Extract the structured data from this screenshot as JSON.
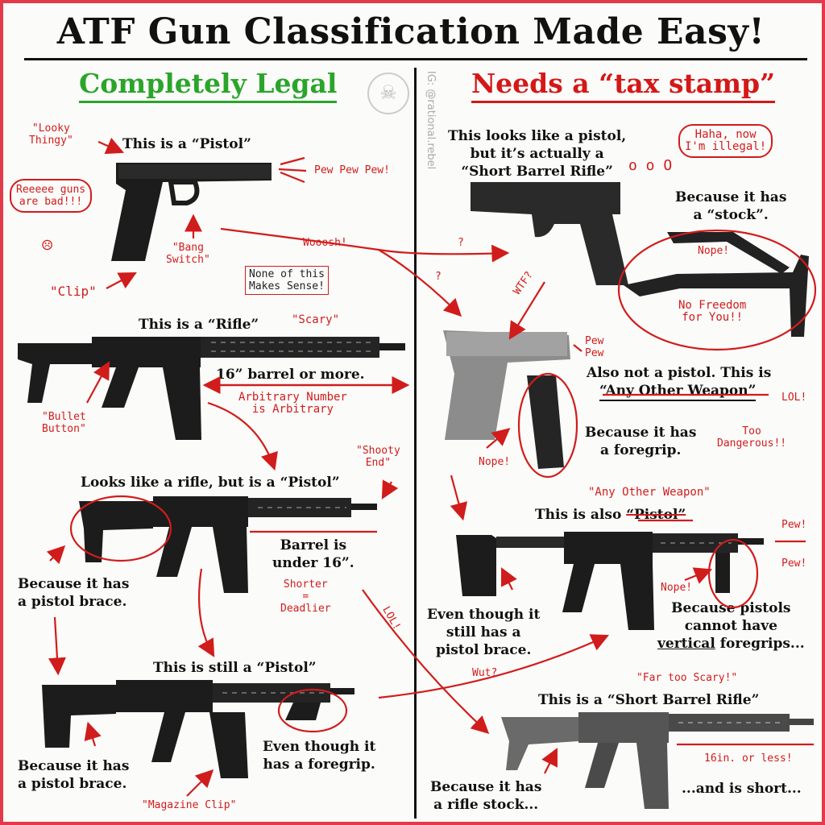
{
  "title": "ATF Gun Classification Made Easy!",
  "left_heading": "Completely Legal",
  "right_heading": "Needs a “tax stamp”",
  "watermark": "IG: @rational.rebel",
  "left": {
    "pistol_label": "This is a “Pistol”",
    "rifle_label": "This is a “Rifle”",
    "barrel_16": "16” barrel or more.",
    "rifle_pistol_label": "Looks like a rifle, but is a “Pistol”",
    "barrel_under": "Barrel is\nunder 16”.",
    "brace_1": "Because it has\na pistol brace.",
    "still_pistol": "This is still a “Pistol”",
    "brace_2": "Because it has\na pistol brace.",
    "foregrip_1": "Even though it\nhas a foregrip."
  },
  "right": {
    "sbr_pistol": "This looks like a pistol,\nbut it’s actually a\n“Short Barrel Rifle”",
    "stock_reason": "Because it has\na “stock”.",
    "aow_intro": "Also not a pistol. This is",
    "aow_name": "“Any Other Weapon”",
    "foregrip_reason": "Because it has\na foregrip.",
    "also_prefix": "This is also",
    "also_pistol": "“Pistol”",
    "brace_still": "Even though it\nstill has a\npistol brace.",
    "vertical_1": "Because pistols\ncannot have",
    "vertical_word": "vertical",
    "vertical_2": "foregrips...",
    "sbr_label": "This is a “Short Barrel Rifle”",
    "stock_rifle": "Because it has\na rifle stock...",
    "short": "...and is short..."
  },
  "notes": {
    "looky": "\"Looky\nThingy\"",
    "reeee": "Reeeee guns\nare bad!!!",
    "pew1": "Pew Pew Pew!",
    "bang": "\"Bang\nSwitch\"",
    "clip": "\"Clip\"",
    "nonsense": "None of this\nMakes Sense!",
    "wooosh": "Wooosh!",
    "scary": "\"Scary\"",
    "bullet_button": "\"Bullet\nButton\"",
    "arbitrary": "Arbitrary Number\nis Arbitrary",
    "shooty": "\"Shooty\nEnd\"",
    "shorter": "Shorter\n=\nDeadlier",
    "lol1": "LOL!",
    "magazine_clip": "\"Magazine Clip\"",
    "haha": "Haha, now\nI'm illegal!",
    "q1": "?",
    "q2": "?",
    "wtf": "WTF?",
    "nope1": "Nope!",
    "freedom": "No Freedom\nfor You!!",
    "pew2": "Pew\nPew",
    "lol2": "LOL!",
    "too_dangerous": "Too\nDangerous!!",
    "nope2": "Nope!",
    "aow_note": "\"Any Other Weapon\"",
    "pew3": "Pew!",
    "pew4": "Pew!",
    "nope3": "Nope!",
    "wut": "Wut?",
    "far_scary": "\"Far too Scary!\"",
    "sixteen": "16in. or less!"
  },
  "colors": {
    "red": "#d11c1c",
    "green": "#2aa52a",
    "border": "#e23a4a"
  },
  "icons": [
    "glock-pistol",
    "ar15-rifle",
    "ar-pistol-brace",
    "ar-pistol-foregrip",
    "pistol-stock",
    "pistol-foregrip",
    "ar-pistol-vertical-grip",
    "short-barrel-rifle",
    "skull-seal"
  ]
}
